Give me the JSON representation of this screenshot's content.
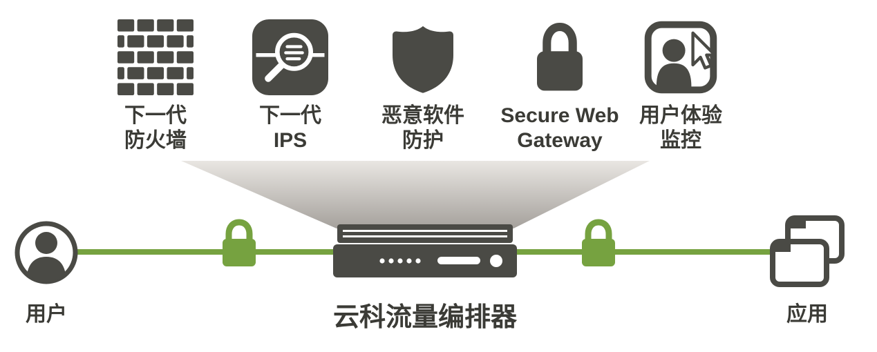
{
  "colors": {
    "icon_dark": "#4a4a45",
    "green": "#76a240",
    "text": "#3b3b36",
    "funnel_top": "#e9e6e2",
    "funnel_bottom": "#a5a19c",
    "background": "#ffffff"
  },
  "services": [
    {
      "icon": "firewall-bricks-icon",
      "line1": "下一代",
      "line2": "防火墙"
    },
    {
      "icon": "ips-magnifier-icon",
      "line1": "下一代",
      "line2": "IPS"
    },
    {
      "icon": "shield-icon",
      "line1": "恶意软件",
      "line2": "防护"
    },
    {
      "icon": "lock-icon",
      "line1": "Secure Web",
      "line2": "Gateway"
    },
    {
      "icon": "user-monitor-cursor-icon",
      "line1": "用户体验",
      "line2": "监控"
    }
  ],
  "flow": {
    "user_label": "用户",
    "orchestrator_label": "云科流量编排器",
    "app_label": "应用"
  }
}
